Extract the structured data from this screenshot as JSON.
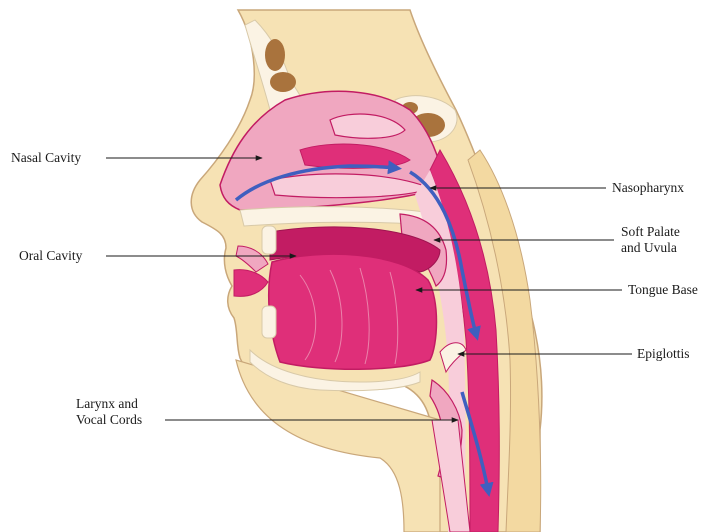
{
  "labels": {
    "nasal_cavity": "Nasal Cavity",
    "oral_cavity": "Oral Cavity",
    "larynx_line1": "Larynx and",
    "larynx_line2": "Vocal Cords",
    "nasopharynx": "Nasopharynx",
    "soft_palate_line1": "Soft Palate",
    "soft_palate_line2": "and Uvula",
    "tongue_base": "Tongue Base",
    "epiglottis": "Epiglottis"
  },
  "colors": {
    "skin": "#f6e2b4",
    "skin_outline": "#c9a77a",
    "tissue_pink": "#f0a7c0",
    "tissue_light": "#f8cdda",
    "magenta": "#df2f79",
    "deep_magenta": "#c21c63",
    "bone": "#fbf3e4",
    "bone_shadow": "#d8c9a8",
    "brown": "#a9733d",
    "airflow_arrow": "#3f5fbf",
    "leader_line": "#1a1a1a"
  }
}
